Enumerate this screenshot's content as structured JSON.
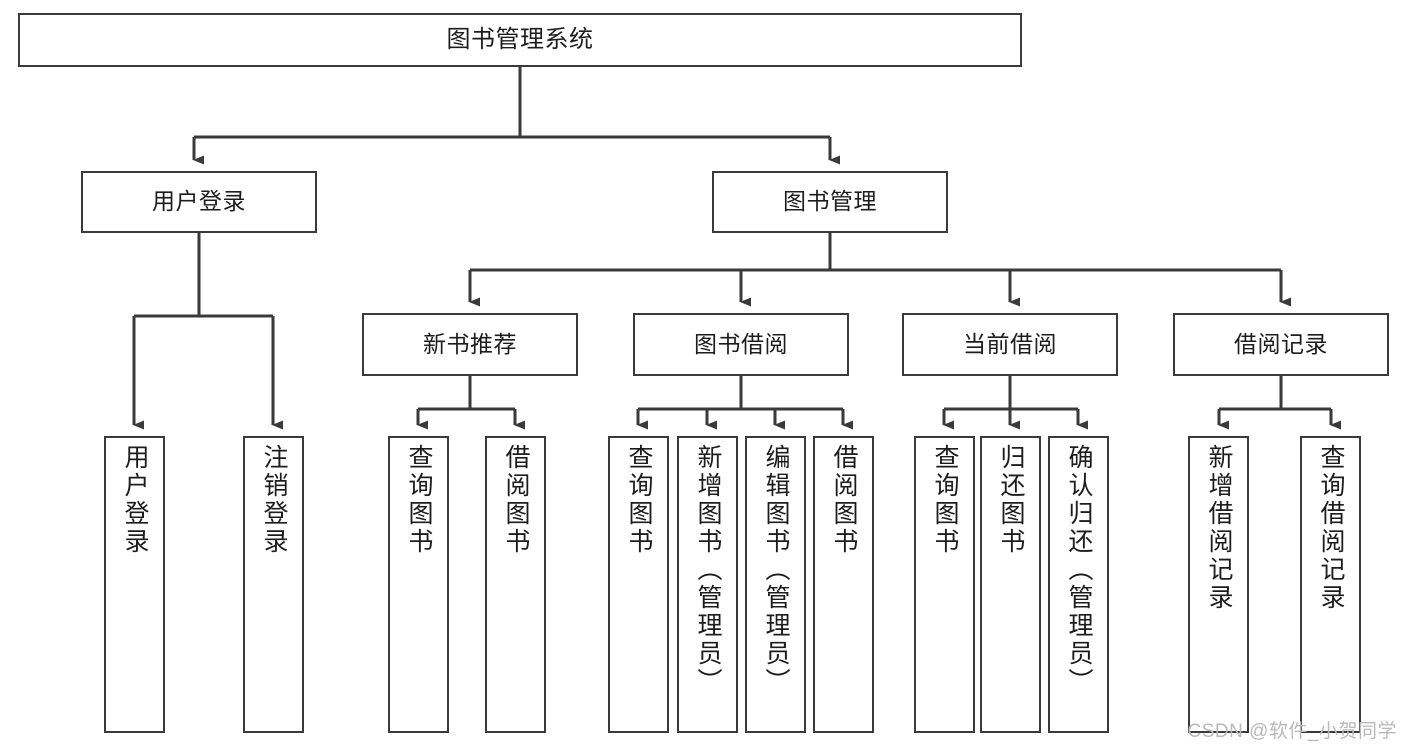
{
  "diagram": {
    "type": "tree",
    "title": "图书管理系统",
    "orientation": "top-down",
    "colors": {
      "node_border": "#3a3a3a",
      "node_fill": "#ffffff",
      "edge": "#3a3a3a",
      "text": "#1d1d1d",
      "watermark": "#b9b9b9",
      "background": "#ffffff"
    },
    "watermark": "CSDN @软件_小贺同学",
    "nodes": {
      "root": {
        "label": "图书管理系统"
      },
      "level2": [
        {
          "id": "user-login",
          "label": "用户登录"
        },
        {
          "id": "book-manage",
          "label": "图书管理"
        }
      ],
      "level3": [
        {
          "id": "new-book-recommend",
          "label": "新书推荐"
        },
        {
          "id": "book-borrow",
          "label": "图书借阅"
        },
        {
          "id": "current-borrow",
          "label": "当前借阅"
        },
        {
          "id": "borrow-record",
          "label": "借阅记录"
        }
      ],
      "leaves": {
        "user-login": [
          {
            "id": "leaf-user-login",
            "label": "用户登录"
          },
          {
            "id": "leaf-logout",
            "label": "注销登录"
          }
        ],
        "new-book-recommend": [
          {
            "id": "leaf-query-book-1",
            "label": "查询图书"
          },
          {
            "id": "leaf-borrow-book-1",
            "label": "借阅图书"
          }
        ],
        "book-borrow": [
          {
            "id": "leaf-query-book-2",
            "label": "查询图书"
          },
          {
            "id": "leaf-add-book",
            "label": "新增图书（管理员）"
          },
          {
            "id": "leaf-edit-book",
            "label": "编辑图书（管理员）"
          },
          {
            "id": "leaf-borrow-book-2",
            "label": "借阅图书"
          }
        ],
        "current-borrow": [
          {
            "id": "leaf-query-book-3",
            "label": "查询图书"
          },
          {
            "id": "leaf-return-book",
            "label": "归还图书"
          },
          {
            "id": "leaf-confirm-return",
            "label": "确认归还（管理员）"
          }
        ],
        "borrow-record": [
          {
            "id": "leaf-add-record",
            "label": "新增借阅记录"
          },
          {
            "id": "leaf-query-record",
            "label": "查询借阅记录"
          }
        ]
      }
    }
  }
}
